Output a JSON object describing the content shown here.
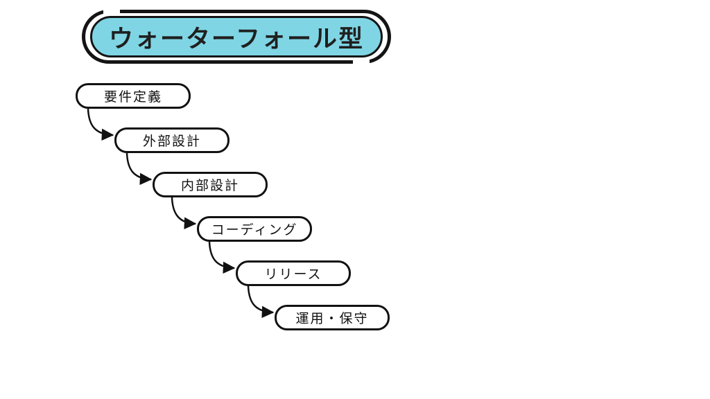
{
  "title": "ウォーターフォール型",
  "steps": [
    {
      "label": "要件定義"
    },
    {
      "label": "外部設計"
    },
    {
      "label": "内部設計"
    },
    {
      "label": "コーディング"
    },
    {
      "label": "リリース"
    },
    {
      "label": "運用・保守"
    }
  ],
  "colors": {
    "title_fill": "#7fd5e4",
    "stroke": "#111111",
    "box_fill": "#ffffff"
  }
}
